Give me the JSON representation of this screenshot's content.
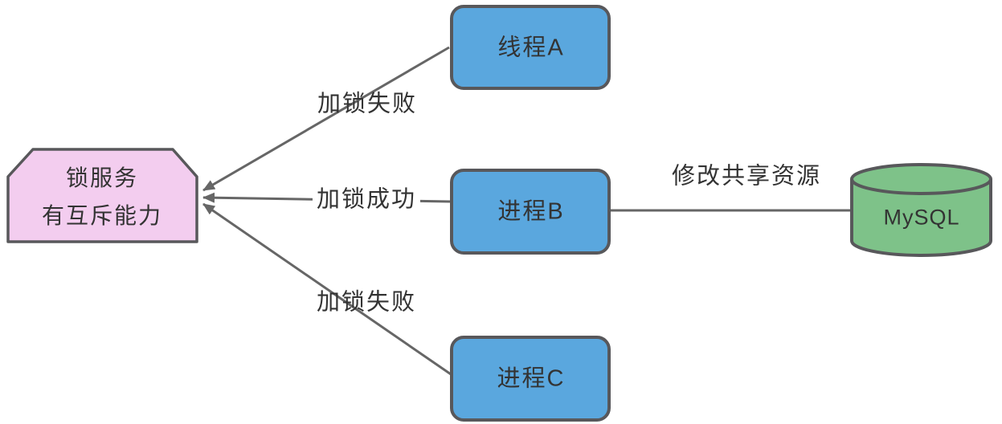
{
  "diagram": {
    "nodes": {
      "lock_service": {
        "title": "锁服务",
        "subtitle": "有互斥能力",
        "fill": "#F3CDEF"
      },
      "thread_a": {
        "label": "线程A",
        "fill": "#5AA7DE"
      },
      "process_b": {
        "label": "进程B",
        "fill": "#5AA7DE"
      },
      "process_c": {
        "label": "进程C",
        "fill": "#5AA7DE"
      },
      "mysql": {
        "label": "MySQL",
        "fill": "#7EC289"
      }
    },
    "edges": {
      "thread_a_to_lock": {
        "label": "加锁失败"
      },
      "process_b_to_lock": {
        "label": "加锁成功"
      },
      "process_c_to_lock": {
        "label": "加锁失败"
      },
      "process_b_to_mysql": {
        "label": "修改共享资源"
      }
    },
    "colors": {
      "node_border": "#58585B",
      "connector": "#666666",
      "text": "#333333",
      "background": "#FFFFFF"
    }
  }
}
